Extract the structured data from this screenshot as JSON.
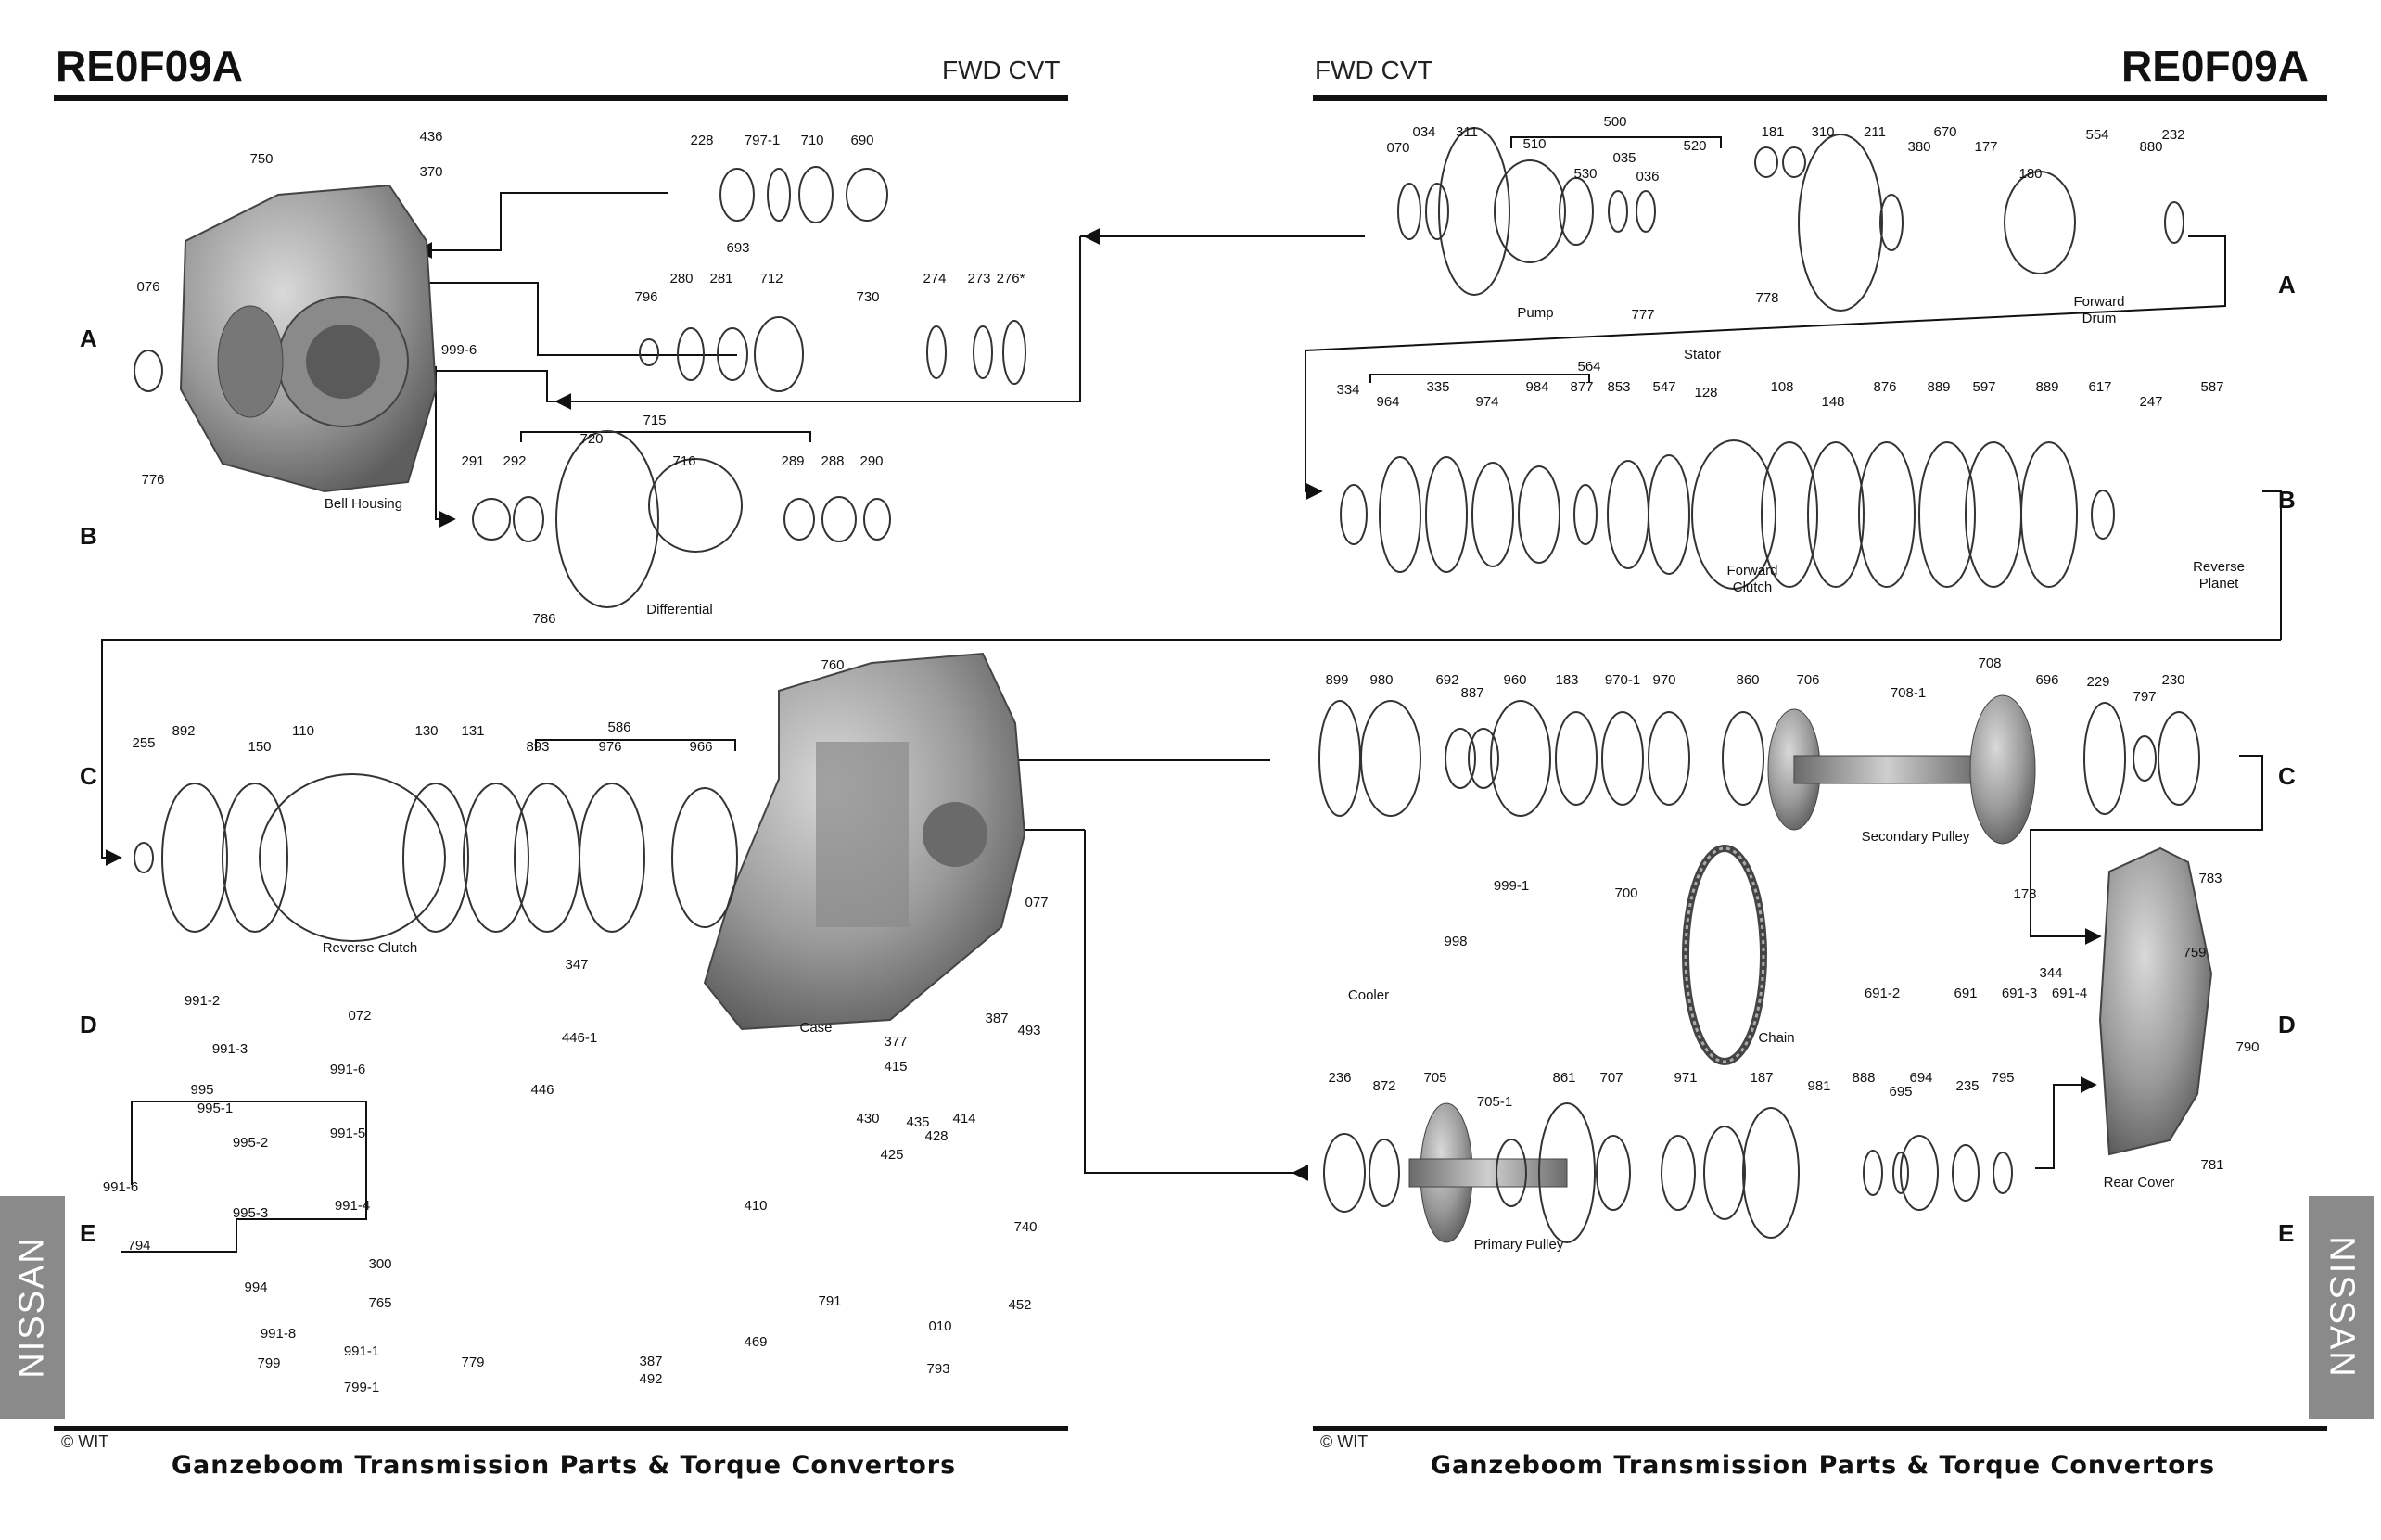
{
  "left_page": {
    "title": "RE0F09A",
    "subtitle": "FWD CVT",
    "copyright": "© WIT",
    "footer": "Ganzeboom Transmission Parts & Torque Convertors",
    "side_tab": "NISSAN",
    "row_letters": [
      "A",
      "B",
      "C",
      "D",
      "E"
    ]
  },
  "right_page": {
    "title": "RE0F09A",
    "subtitle": "FWD CVT",
    "copyright": "© WIT",
    "footer": "Ganzeboom Transmission Parts & Torque Convertors",
    "side_tab": "NISSAN",
    "row_letters": [
      "A",
      "B",
      "C",
      "D",
      "E"
    ]
  },
  "assembly_labels": {
    "bell_housing": "Bell Housing",
    "differential": "Differential",
    "pump": "Pump",
    "stator": "Stator",
    "forward_drum": "Forward\nDrum",
    "forward_clutch": "Forward\nClutch",
    "reverse_planet": "Reverse\nPlanet",
    "reverse_clutch": "Reverse Clutch",
    "case": "Case",
    "secondary_pulley": "Secondary Pulley",
    "cooler": "Cooler",
    "chain": "Chain",
    "primary_pulley": "Primary Pulley",
    "rear_cover": "Rear Cover"
  },
  "part_numbers": {
    "left": [
      "436",
      "370",
      "750",
      "228",
      "797-1",
      "710",
      "690",
      "693",
      "076",
      "796",
      "280",
      "281",
      "712",
      "730",
      "274",
      "273",
      "276*",
      "999-6",
      "776",
      "715",
      "720",
      "291",
      "292",
      "716",
      "289",
      "288",
      "290",
      "786",
      "255",
      "892",
      "150",
      "110",
      "130",
      "131",
      "586",
      "893",
      "976",
      "966",
      "760",
      "077",
      "387",
      "493",
      "377",
      "415",
      "347",
      "446-1",
      "446",
      "991-2",
      "072",
      "991-3",
      "991-6",
      "991-5",
      "995",
      "995-1",
      "995-2",
      "991-6",
      "995-3",
      "794",
      "994",
      "991-4",
      "991-8",
      "991-1",
      "799",
      "799-1",
      "300",
      "765",
      "779",
      "387",
      "492",
      "410",
      "430",
      "435",
      "428",
      "414",
      "425",
      "740",
      "791",
      "452",
      "469",
      "010",
      "793"
    ],
    "right": [
      "070",
      "034",
      "311",
      "500",
      "510",
      "530",
      "035",
      "036",
      "520",
      "181",
      "310",
      "211",
      "670",
      "380",
      "177",
      "180",
      "554",
      "880",
      "232",
      "777",
      "778",
      "334",
      "564",
      "964",
      "335",
      "974",
      "984",
      "877",
      "853",
      "547",
      "128",
      "108",
      "148",
      "876",
      "889",
      "597",
      "889",
      "617",
      "247",
      "587",
      "899",
      "980",
      "692",
      "887",
      "960",
      "183",
      "970-1",
      "970",
      "860",
      "706",
      "708-1",
      "708",
      "696",
      "229",
      "797",
      "230",
      "999-1",
      "998",
      "700",
      "178",
      "783",
      "759",
      "691-2",
      "691",
      "344",
      "691-3",
      "691-4",
      "790",
      "236",
      "872",
      "705",
      "705-1",
      "861",
      "707",
      "971",
      "187",
      "981",
      "888",
      "695",
      "694",
      "235",
      "795",
      "781"
    ]
  }
}
